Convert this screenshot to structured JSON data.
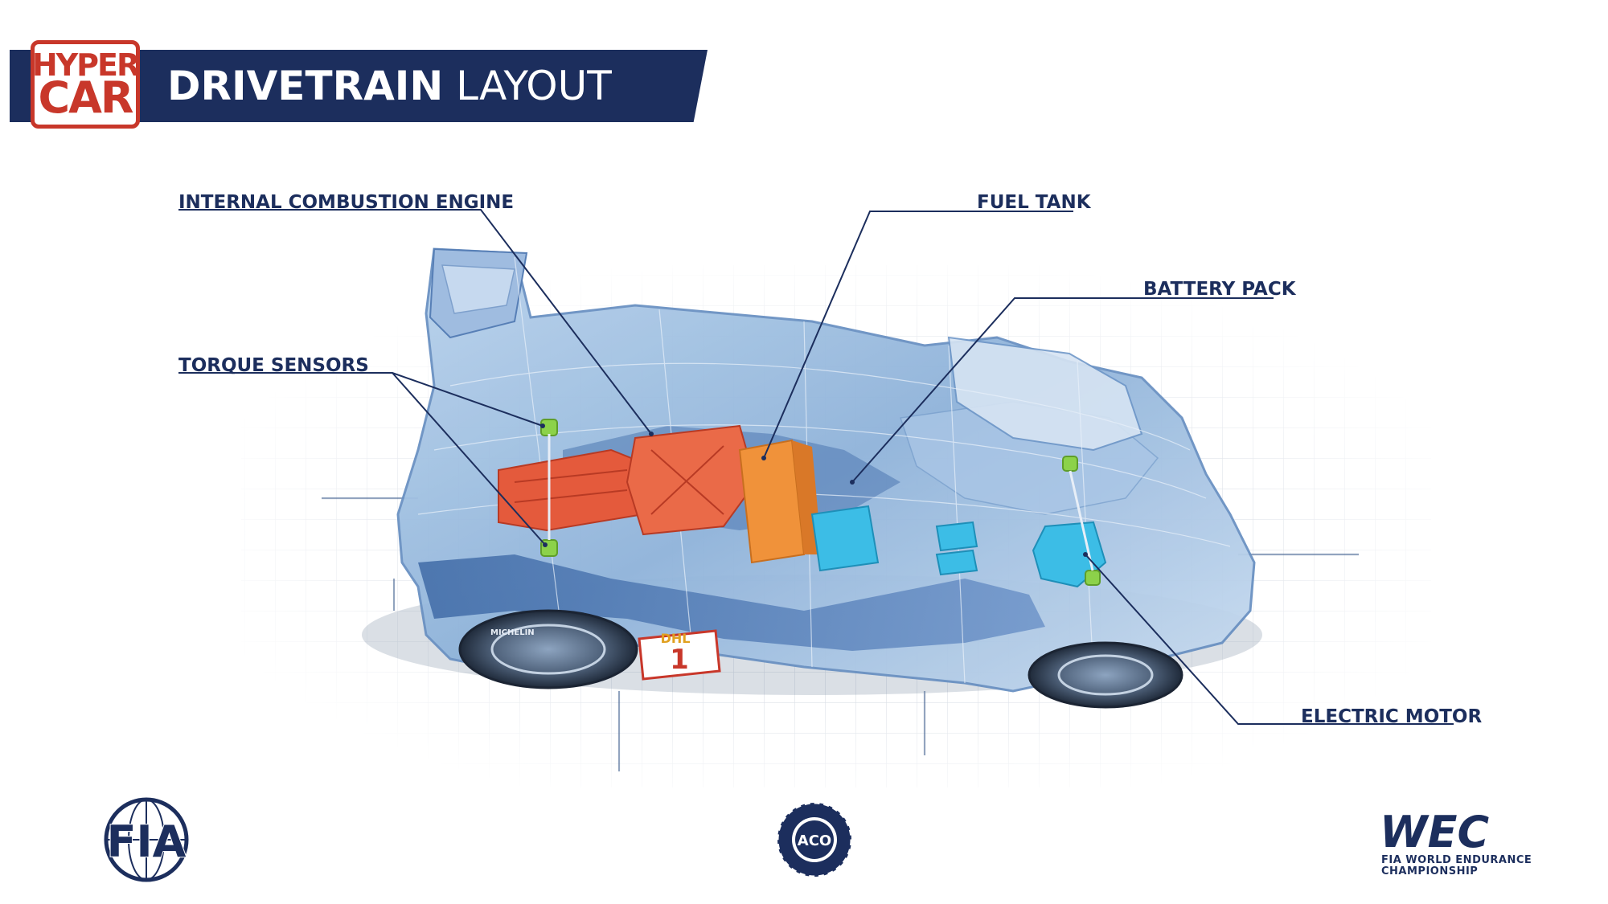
{
  "header": {
    "badge_line1": "HYPER",
    "badge_line2": "CAR",
    "title_bold": "DRIVETRAIN",
    "title_light": "LAYOUT"
  },
  "callouts": {
    "engine": "INTERNAL COMBUSTION ENGINE",
    "fuel_tank": "FUEL TANK",
    "battery": "BATTERY PACK",
    "torque": "TORQUE SENSORS",
    "motor": "ELECTRIC MOTOR"
  },
  "car_markings": {
    "race_number": "1",
    "sponsor": "DHL",
    "tyre_brand": "MICHELIN"
  },
  "footer": {
    "fia": "FIA",
    "aco": "ACO",
    "wec_logo": "WEC",
    "wec_line1": "FIA WORLD ENDURANCE",
    "wec_line2": "CHAMPIONSHIP"
  },
  "colors": {
    "navy": "#1c2e5d",
    "hypercar_red": "#c8372a",
    "engine_red": "#e8583a",
    "fuel_orange": "#f0923a",
    "battery_cyan": "#3cbde6",
    "sensor_green": "#8cd24a",
    "car_blue": "#5f8fc4"
  }
}
